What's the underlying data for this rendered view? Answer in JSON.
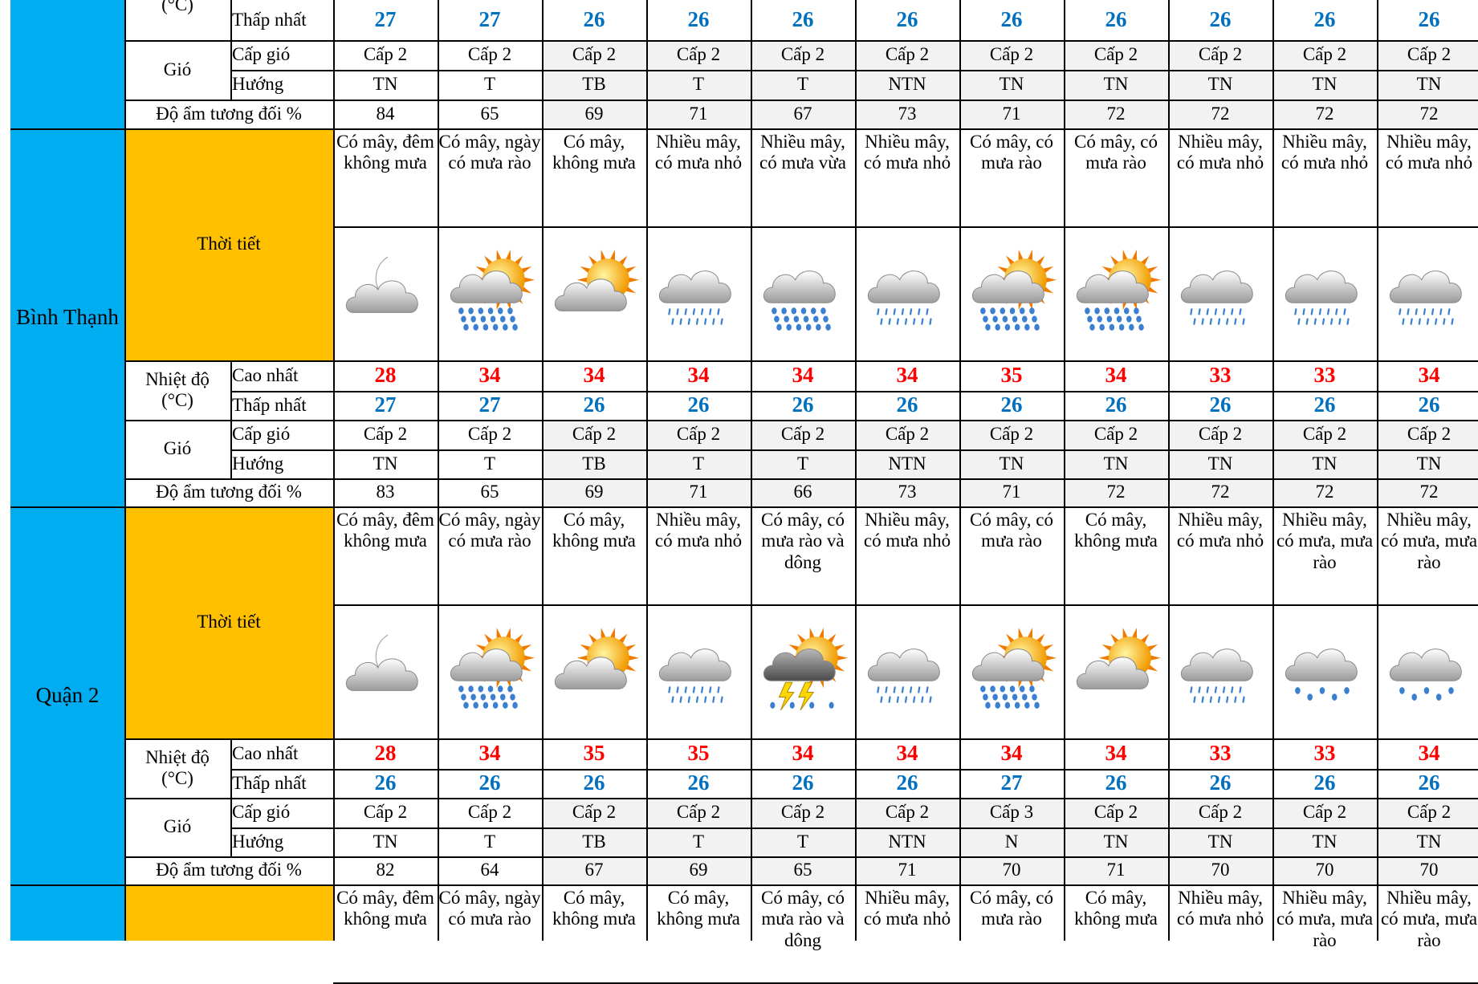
{
  "labels": {
    "temp_unit": "(°C)",
    "temp_label": "Nhiệt độ",
    "min": "Thấp nhất",
    "max": "Cao nhất",
    "wind": "Gió",
    "wind_level": "Cấp gió",
    "wind_dir": "Hướng",
    "humidity": "Độ ẩm tương đối %",
    "weather": "Thời tiết"
  },
  "top_partial": {
    "min": [
      "27",
      "27",
      "26",
      "26",
      "26",
      "26",
      "26",
      "26",
      "26",
      "26",
      "26"
    ],
    "wind_level": [
      "Cấp 2",
      "Cấp 2",
      "Cấp 2",
      "Cấp 2",
      "Cấp 2",
      "Cấp 2",
      "Cấp 2",
      "Cấp 2",
      "Cấp 2",
      "Cấp 2",
      "Cấp 2"
    ],
    "wind_dir": [
      "TN",
      "T",
      "TB",
      "T",
      "T",
      "NTN",
      "TN",
      "TN",
      "TN",
      "TN",
      "TN"
    ],
    "humidity": [
      "84",
      "65",
      "69",
      "71",
      "67",
      "73",
      "71",
      "72",
      "72",
      "72",
      "72"
    ]
  },
  "districts": [
    {
      "name": "Bình Thạnh",
      "descriptions": [
        "Có mây, đêm không mưa",
        "Có mây, ngày có mưa rào",
        "Có mây, không mưa",
        "Nhiều mây, có mưa nhỏ",
        "Nhiều mây, có mưa vừa",
        "Nhiều mây, có mưa nhỏ",
        "Có mây, có mưa rào",
        "Có mây, có mưa rào",
        "Nhiều mây, có mưa nhỏ",
        "Nhiều mây, có mưa nhỏ",
        "Nhiều mây, có mưa nhỏ"
      ],
      "icons": [
        "moon-cloud-icon",
        "sun-cloud-shower-icon",
        "sun-cloud-icon",
        "cloud-light-rain-icon",
        "cloud-moderate-rain-icon",
        "cloud-light-rain-icon",
        "sun-cloud-shower-icon",
        "sun-cloud-shower-icon",
        "cloud-light-rain-icon",
        "cloud-light-rain-icon",
        "cloud-light-rain-icon"
      ],
      "max": [
        "28",
        "34",
        "34",
        "34",
        "34",
        "34",
        "35",
        "34",
        "33",
        "33",
        "34"
      ],
      "min": [
        "27",
        "27",
        "26",
        "26",
        "26",
        "26",
        "26",
        "26",
        "26",
        "26",
        "26"
      ],
      "wind_level": [
        "Cấp 2",
        "Cấp 2",
        "Cấp 2",
        "Cấp 2",
        "Cấp 2",
        "Cấp 2",
        "Cấp 2",
        "Cấp 2",
        "Cấp 2",
        "Cấp 2",
        "Cấp 2"
      ],
      "wind_dir": [
        "TN",
        "T",
        "TB",
        "T",
        "T",
        "NTN",
        "TN",
        "TN",
        "TN",
        "TN",
        "TN"
      ],
      "humidity": [
        "83",
        "65",
        "69",
        "71",
        "66",
        "73",
        "71",
        "72",
        "72",
        "72",
        "72"
      ]
    },
    {
      "name": "Quận 2",
      "descriptions": [
        "Có mây, đêm không mưa",
        "Có mây, ngày có mưa rào",
        "Có mây, không mưa",
        "Nhiều mây, có mưa nhỏ",
        "Có mây, có mưa rào và dông",
        "Nhiều mây, có mưa nhỏ",
        "Có mây, có mưa rào",
        "Có mây, không mưa",
        "Nhiều mây, có mưa nhỏ",
        "Nhiều mây, có mưa, mưa rào",
        "Nhiều mây, có mưa, mưa rào"
      ],
      "icons": [
        "moon-cloud-icon",
        "sun-cloud-shower-icon",
        "sun-cloud-icon",
        "cloud-light-rain-icon",
        "sun-storm-icon",
        "cloud-light-rain-icon",
        "sun-cloud-shower-icon",
        "sun-cloud-icon",
        "cloud-light-rain-icon",
        "cloud-rain-icon",
        "cloud-rain-icon"
      ],
      "max": [
        "28",
        "34",
        "35",
        "35",
        "34",
        "34",
        "34",
        "34",
        "33",
        "33",
        "34"
      ],
      "min": [
        "26",
        "26",
        "26",
        "26",
        "26",
        "26",
        "27",
        "26",
        "26",
        "26",
        "26"
      ],
      "wind_level": [
        "Cấp 2",
        "Cấp 2",
        "Cấp 2",
        "Cấp 2",
        "Cấp 2",
        "Cấp 2",
        "Cấp 3",
        "Cấp 2",
        "Cấp 2",
        "Cấp 2",
        "Cấp 2"
      ],
      "wind_dir": [
        "TN",
        "T",
        "TB",
        "T",
        "T",
        "NTN",
        "N",
        "TN",
        "TN",
        "TN",
        "TN"
      ],
      "humidity": [
        "82",
        "64",
        "67",
        "69",
        "65",
        "71",
        "70",
        "71",
        "70",
        "70",
        "70"
      ]
    }
  ],
  "bottom_partial": {
    "descriptions": [
      "Có mây, đêm không mưa",
      "Có mây, ngày có mưa rào",
      "Có mây, không mưa",
      "Có mây, không mưa",
      "Có mây, có mưa rào và dông",
      "Nhiều mây, có mưa nhỏ",
      "Có mây, có mưa rào",
      "Có mây, không mưa",
      "Nhiều mây, có mưa nhỏ",
      "Nhiều mây, có mưa, mưa rào",
      "Nhiều mây, có mưa, mưa rào"
    ]
  }
}
